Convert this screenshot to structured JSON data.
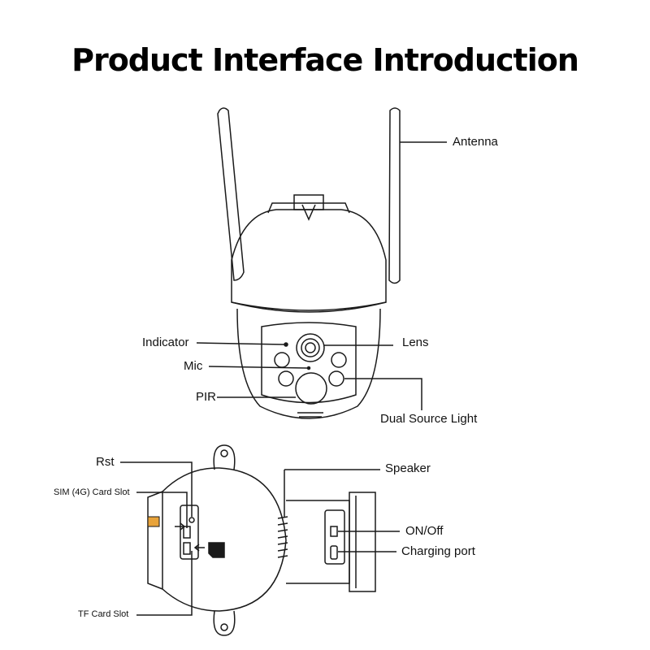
{
  "title": "Product Interface Introduction",
  "labels": {
    "antenna": "Antenna",
    "indicator": "Indicator",
    "lens": "Lens",
    "mic": "Mic",
    "pir": "PIR",
    "dual_light": "Dual Source Light",
    "rst": "Rst",
    "sim_slot": "SIM (4G) Card Slot",
    "tf_slot": "TF Card Slot",
    "speaker": "Speaker",
    "on_off": "ON/Off",
    "charging": "Charging port"
  },
  "colors": {
    "line": "#1a1a1a",
    "sim_chip": "#e8a33a"
  }
}
